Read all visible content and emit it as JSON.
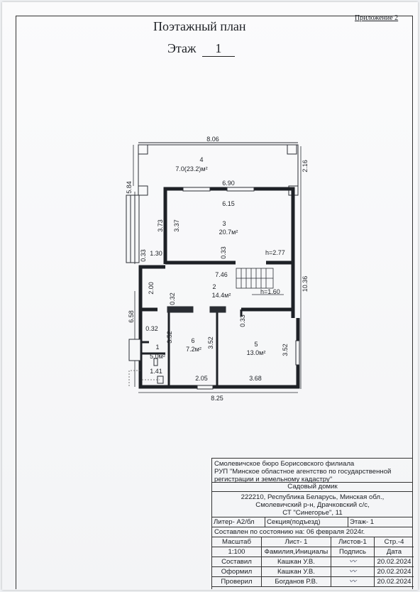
{
  "header": {
    "appendix": "Приложение 2",
    "title": "Поэтажный план",
    "floor_label": "Этаж",
    "floor_number": "1"
  },
  "plan": {
    "rooms": [
      {
        "id": "4",
        "area": "7.0(23.2)м²"
      },
      {
        "id": "3",
        "area": "20.7м²"
      },
      {
        "id": "2",
        "area": "14.4м²"
      },
      {
        "id": "6",
        "area": "7.2м²"
      },
      {
        "id": "5",
        "area": "13.0м²"
      },
      {
        "id": "1",
        "area": "5.0м²"
      }
    ],
    "dims": {
      "top": "8.06",
      "terrace_right": "2.16",
      "left_top": "5.84",
      "r3_top": "6.90",
      "r3_inner": "6.15",
      "r3_left_outer": "3.73",
      "r3_left_inner": "3.37",
      "r3_bottom": "0.33",
      "r3_left_wall": "0.33",
      "h_room3": "h=2.77",
      "step": "1.30",
      "r2_width": "7.46",
      "h_stair": "h=1.60",
      "right_total": "10.36",
      "left_2": "2.00",
      "r2_partition": "0.32",
      "left_bottom": "6.58",
      "left_small": "0.32",
      "r6_left": "3.52",
      "r6_right": "3.52",
      "r5_partition": "0.33",
      "r5_right": "3.52",
      "r1_width": "1.41",
      "r6_width": "2.05",
      "r5_width": "3.68",
      "bottom": "8.25"
    }
  },
  "stamp": {
    "org_line1": "Смолевичское бюро Борисовского филиала",
    "org_line2": "РУП \"Минское областное агентство по государственной",
    "org_line3": "регистрации и земельному кадастру\"",
    "object": "Садовый домик",
    "addr_line1": "222210, Республика Беларусь, Минская обл.,",
    "addr_line2": "Смолевичский р-н, Драчковский с/с,",
    "addr_line3": "СТ \"Синегорье\", 11",
    "litera": "Литер- А2/бл",
    "section": "Секция(подъезд)",
    "floor": "Этаж-  1",
    "compiled_state": "Составлен по состоянию на: 06 февраля 2024г.",
    "table": [
      [
        "Масштаб",
        "Лист- 1",
        "Листов-1",
        "Стр.-4"
      ],
      [
        "1:100",
        "Фамилия,Инициалы",
        "Подпись",
        "Дата"
      ],
      [
        "Составил",
        "Кашкан У.В.",
        "",
        "20.02.2024"
      ],
      [
        "Оформил",
        "Кашкан У.В.",
        "",
        "20.02.2024"
      ],
      [
        "Проверил",
        "Богданов Р.В.",
        "",
        "20.02.2024"
      ]
    ]
  }
}
